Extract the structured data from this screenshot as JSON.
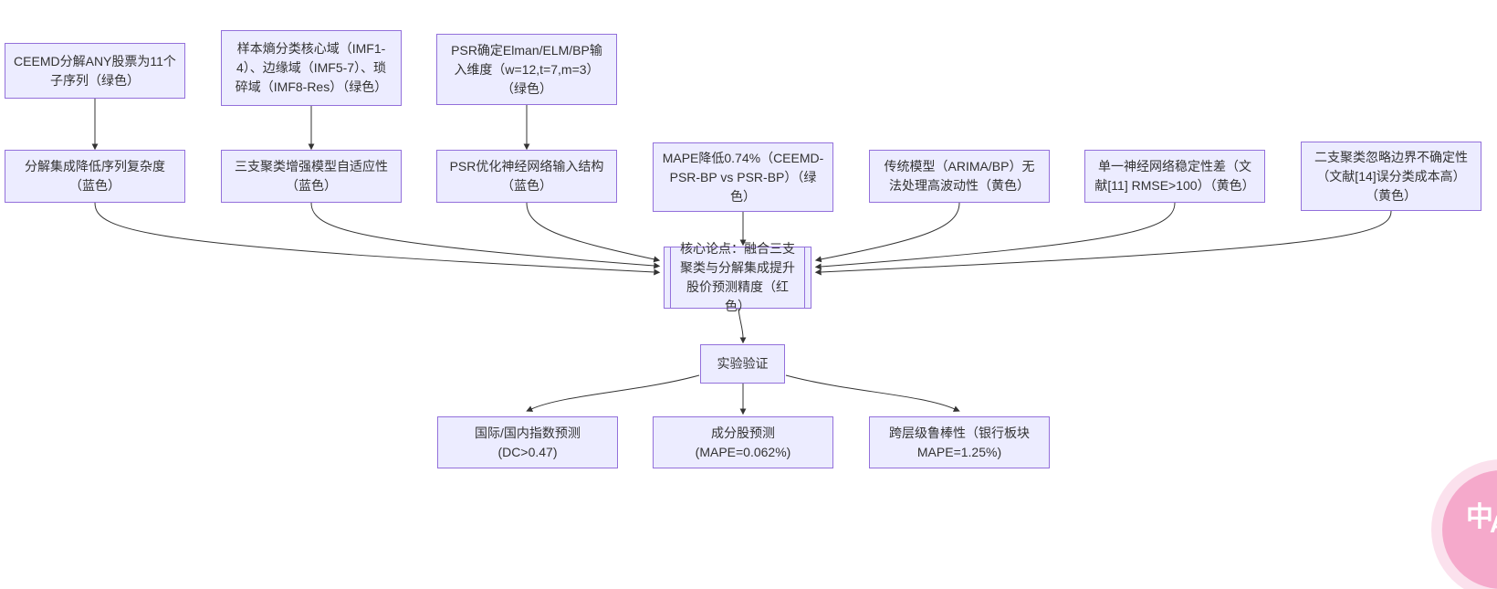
{
  "colors": {
    "node_fill": "#ECECFF",
    "node_border": "#9370DB",
    "edge": "#333333",
    "text": "#333333",
    "translate_badge": "#F5A9CB"
  },
  "diagram": {
    "nodes": {
      "ceemd": {
        "label": "CEEMD分解ANY股票为11个子序列（绿色）"
      },
      "entropy": {
        "label": "样本熵分类核心域（IMF1-4）、边缘域（IMF5-7）、琐碎域（IMF8-Res）（绿色）"
      },
      "psr_dim": {
        "label": "PSR确定Elman/ELM/BP输入维度（w=12,t=7,m=3）（绿色）"
      },
      "decomp": {
        "label": "分解集成降低序列复杂度（蓝色）"
      },
      "three_way": {
        "label": "三支聚类增强模型自适应性（蓝色）"
      },
      "psr_opt": {
        "label": "PSR优化神经网络输入结构（蓝色）"
      },
      "mape_gain": {
        "label": "MAPE降低0.74%（CEEMD-PSR-BP vs PSR-BP）（绿色）"
      },
      "traditional": {
        "label": "传统模型（ARIMA/BP）无法处理高波动性（黄色）"
      },
      "single_nn": {
        "label": "单一神经网络稳定性差（文献[11] RMSE>100）（黄色）"
      },
      "two_way": {
        "label": "二支聚类忽略边界不确定性（文献[14]误分类成本高）（黄色）"
      },
      "core": {
        "label": "核心论点：融合三支聚类与分解集成提升股价预测精度（红色）"
      },
      "experiment": {
        "label": "实验验证"
      },
      "index_pred": {
        "lines": [
          "国际/国内指数预测",
          "(DC>0.47)"
        ]
      },
      "stock_pred": {
        "lines": [
          "成分股预测",
          "(MAPE=0.062%)"
        ]
      },
      "robustness": {
        "lines": [
          "跨层级鲁棒性（银行板块",
          "MAPE=1.25%)"
        ]
      }
    }
  },
  "translate_badge": {
    "primary_glyph": "中",
    "secondary_glyph": "A"
  }
}
